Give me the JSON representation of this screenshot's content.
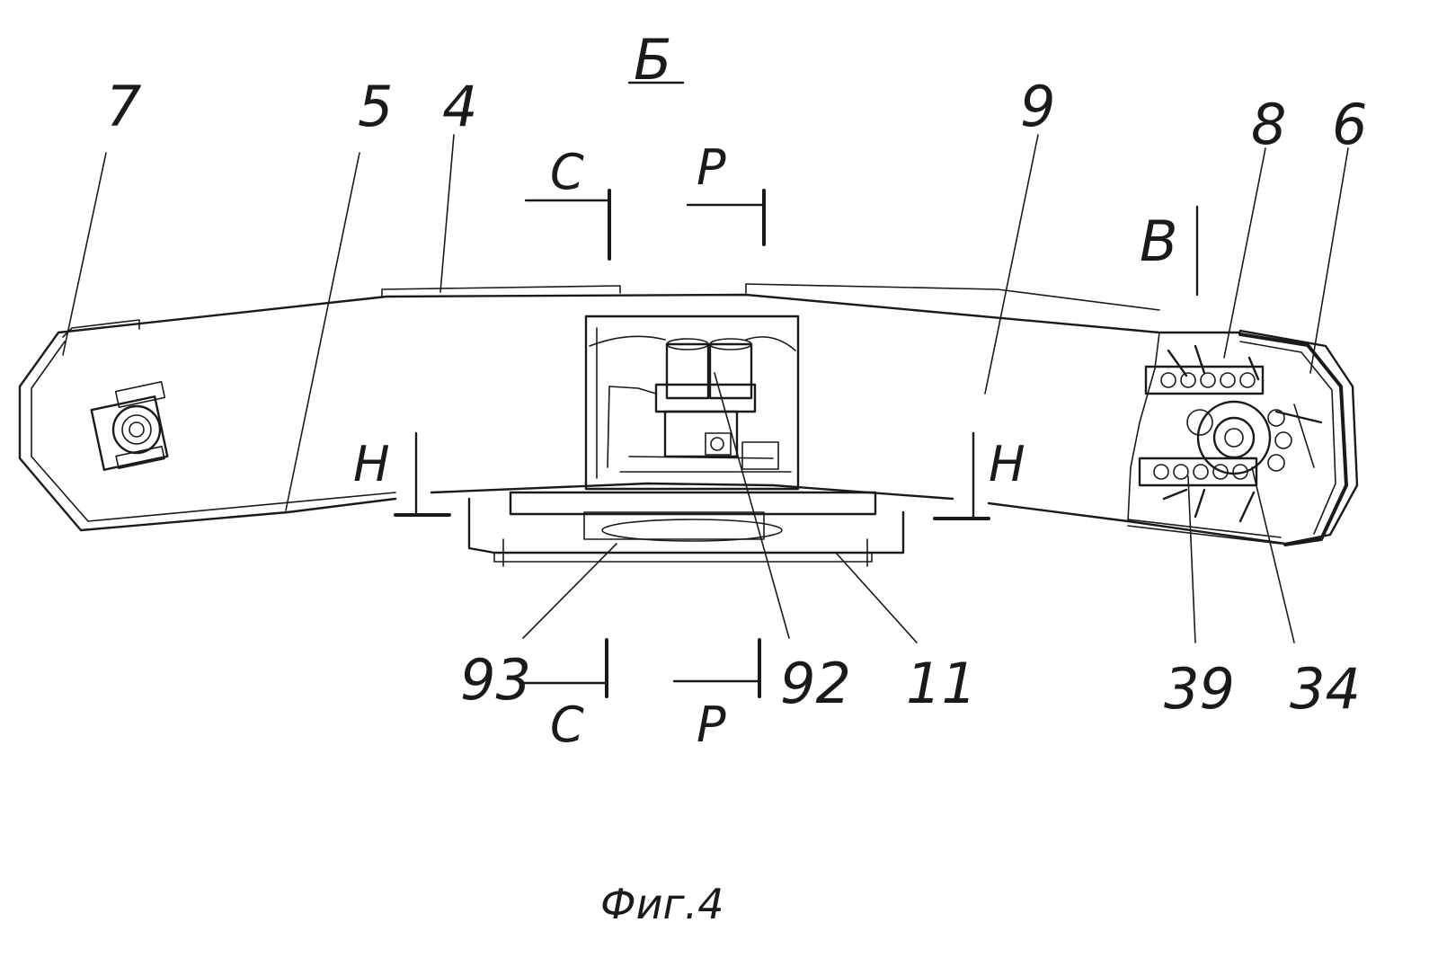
{
  "view_label": "Б",
  "caption": "Фиг.4",
  "labels": {
    "n7": "7",
    "n5": "5",
    "n4": "4",
    "n9": "9",
    "n8": "8",
    "n6": "6",
    "n93": "93",
    "n92": "92",
    "n11": "11",
    "n39": "39",
    "n34": "34"
  },
  "section_marks": {
    "c_top": "С",
    "p_top": "Р",
    "c_bottom": "С",
    "p_bottom": "Р",
    "h_left": "Н",
    "h_right": "Н",
    "b_view": "В"
  }
}
